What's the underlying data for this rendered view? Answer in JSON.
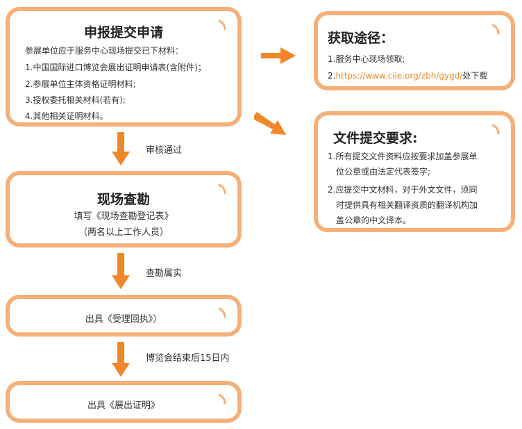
{
  "colors": {
    "border": "#f5b07a",
    "arrow": "#f0882a",
    "link": "#f0882a"
  },
  "apply_box": {
    "title": "申报提交申请",
    "intro": "参展单位应于服务中心现场提交已下材料：",
    "items": [
      "1.中国国际进口博览会展出证明申请表(含附件)；",
      "2.参展单位主体资格证明材料;",
      "3.授权委托相关材料(若有);",
      "4.其他相关证明材料。"
    ]
  },
  "obtain_box": {
    "title": "获取途径：",
    "item1": "1.服务中心现场领取;",
    "item2_prefix": "2.",
    "item2_link": "https://www.ciie.org/zbh/gygd/",
    "item2_suffix": "处下载"
  },
  "requirements_box": {
    "title": "文件提交要求:",
    "item1_line1": "1.所有提交文件资料应按要求加盖参展单",
    "item1_line2": "位公章或由法定代表签字;",
    "item2_line1": "2.应提交中文材料，对于外文文件，须同",
    "item2_line2": "时提供具有相关翻译资质的翻译机构加",
    "item2_line3": "盖公章的中文译本。"
  },
  "step_labels": {
    "review": "审核通过",
    "inspect": "查勘属实",
    "after_expo": "博览会结束后15日内"
  },
  "inspection_box": {
    "title": "现场查勘",
    "line1": "填写《现场查勘登记表》",
    "line2": "（两名以上工作人员）"
  },
  "receipt_box": {
    "text": "出具《受理回执》）"
  },
  "certificate_box": {
    "text": "出具《展出证明》"
  }
}
